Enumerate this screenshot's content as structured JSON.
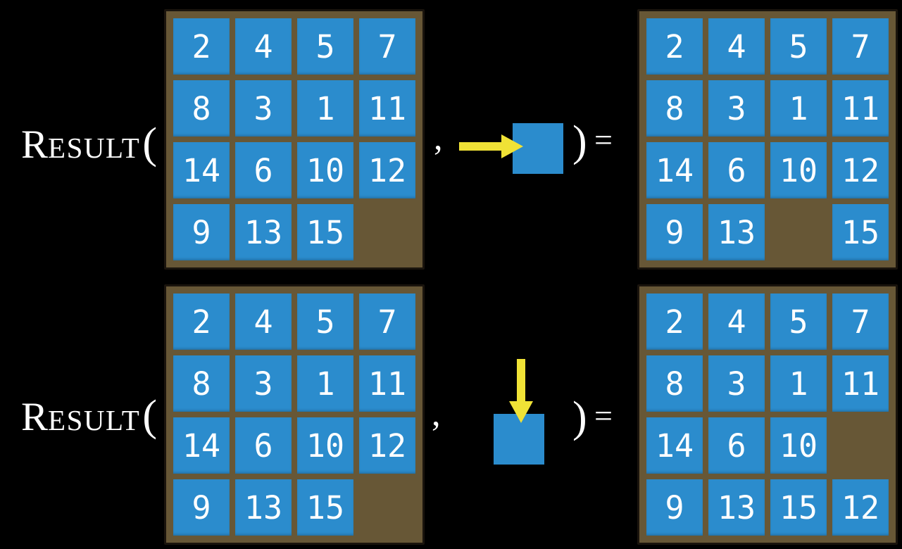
{
  "function": {
    "cap": "R",
    "rest": "ESULT"
  },
  "symbols": {
    "open_paren": "(",
    "close_paren": ")",
    "comma": ",",
    "equals": "="
  },
  "colors": {
    "background": "#000000",
    "tile_blue": "#2B8CCD",
    "frame_brown": "#675736",
    "frame_border": "#1A140D",
    "arrow_yellow": "#F0E236",
    "text_white": "#FFFFFF"
  },
  "examples": [
    {
      "action_arrow": "right-arrow",
      "input_grid": [
        [
          "2",
          "4",
          "5",
          "7"
        ],
        [
          "8",
          "3",
          "1",
          "11"
        ],
        [
          "14",
          "6",
          "10",
          "12"
        ],
        [
          "9",
          "13",
          "15",
          ""
        ]
      ],
      "output_grid": [
        [
          "2",
          "4",
          "5",
          "7"
        ],
        [
          "8",
          "3",
          "1",
          "11"
        ],
        [
          "14",
          "6",
          "10",
          "12"
        ],
        [
          "9",
          "13",
          "",
          "15"
        ]
      ]
    },
    {
      "action_arrow": "down-arrow",
      "input_grid": [
        [
          "2",
          "4",
          "5",
          "7"
        ],
        [
          "8",
          "3",
          "1",
          "11"
        ],
        [
          "14",
          "6",
          "10",
          "12"
        ],
        [
          "9",
          "13",
          "15",
          ""
        ]
      ],
      "output_grid": [
        [
          "2",
          "4",
          "5",
          "7"
        ],
        [
          "8",
          "3",
          "1",
          "11"
        ],
        [
          "14",
          "6",
          "10",
          ""
        ],
        [
          "9",
          "13",
          "15",
          "12"
        ]
      ]
    }
  ]
}
